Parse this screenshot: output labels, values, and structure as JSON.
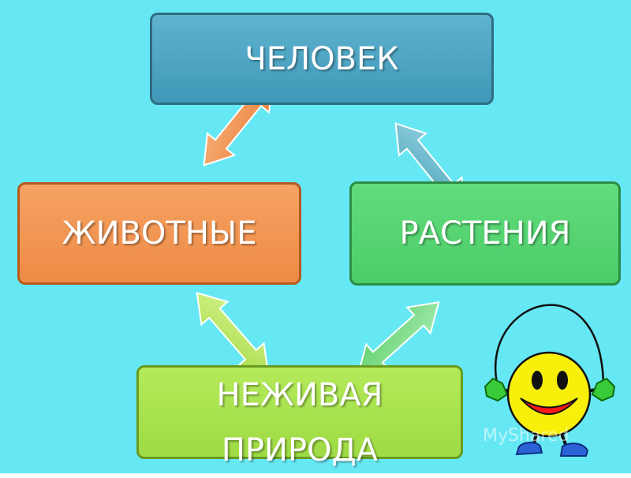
{
  "background_color": "#66e8f4",
  "nodes": {
    "human": {
      "label": "ЧЕЛОВЕК",
      "color": "#4aa6c4"
    },
    "animals": {
      "label": "ЖИВОТНЫЕ",
      "color": "#f09451"
    },
    "plants": {
      "label": "РАСТЕНИЯ",
      "color": "#55d36f"
    },
    "nonliving": {
      "label": "НЕЖИВАЯ\nПРИРОДА",
      "color": "#a6e04c"
    }
  },
  "connectors": [
    {
      "from": "human",
      "to": "animals",
      "style": "double-arrow",
      "color": "#ee8a4a"
    },
    {
      "from": "human",
      "to": "plants",
      "style": "double-arrow",
      "color": "#5fb8c9"
    },
    {
      "from": "animals",
      "to": "nonliving",
      "style": "double-arrow",
      "color": "#b9e55b"
    },
    {
      "from": "plants",
      "to": "nonliving",
      "style": "double-arrow",
      "color": "#7fdc76"
    }
  ],
  "mascot": {
    "icon": "jump-rope-smiley-icon"
  },
  "watermark": {
    "text": "MyShared"
  }
}
